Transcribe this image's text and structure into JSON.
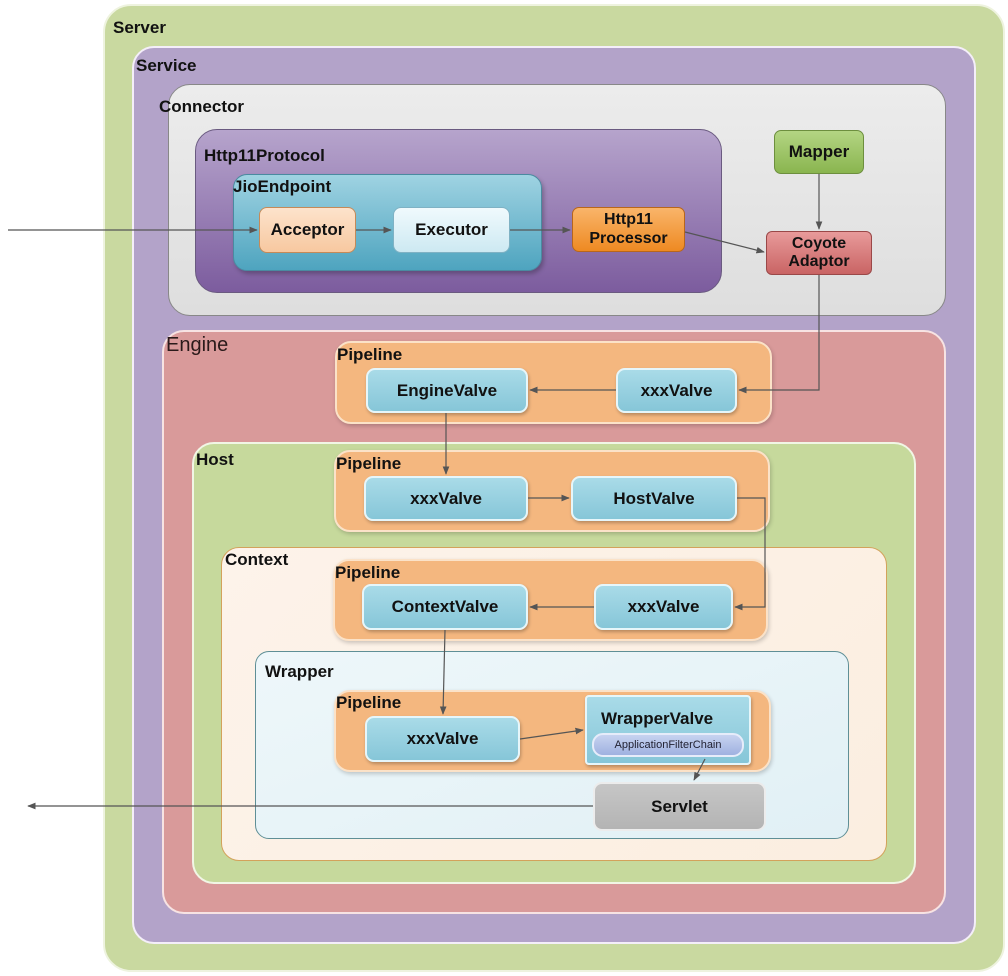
{
  "title": "Tomcat request processing architecture",
  "containers": {
    "server": "Server",
    "service": "Service",
    "connector": "Connector",
    "http11protocol": "Http11Protocol",
    "jioendpoint": "JioEndpoint",
    "engine": "Engine",
    "host": "Host",
    "context": "Context",
    "wrapper": "Wrapper"
  },
  "connector_nodes": {
    "acceptor": "Acceptor",
    "executor": "Executor",
    "http11_processor_line1": "Http11",
    "http11_processor_line2": "Processor",
    "mapper": "Mapper",
    "coyote_adaptor_line1": "Coyote",
    "coyote_adaptor_line2": "Adaptor"
  },
  "pipelines": {
    "engine": {
      "label": "Pipeline",
      "first_valve": "xxxValve",
      "basic_valve": "EngineValve"
    },
    "host": {
      "label": "Pipeline",
      "first_valve": "xxxValve",
      "basic_valve": "HostValve"
    },
    "context": {
      "label": "Pipeline",
      "first_valve": "xxxValve",
      "basic_valve": "ContextValve"
    },
    "wrapper": {
      "label": "Pipeline",
      "first_valve": "xxxValve",
      "basic_valve": "WrapperValve",
      "filter_chain": "ApplicationFilterChain"
    }
  },
  "servlet": "Servlet",
  "colors": {
    "server": "#c9d9a0",
    "service": "#b3a3c9",
    "connector": "#e6e6e6",
    "protocol": "#8e6fae",
    "endpoint": "#5fb0c8",
    "engine": "#d99a9a",
    "host": "#c6d99c",
    "context": "#fdf1e6",
    "wrapper": "#e5f3f7",
    "pipeline": "#f4b77f",
    "valve": "#98d0e0",
    "mapper": "#9cc063",
    "coyote": "#d27070",
    "processor": "#f0922e",
    "servlet": "#bdbdbd",
    "arrow": "#555555"
  }
}
